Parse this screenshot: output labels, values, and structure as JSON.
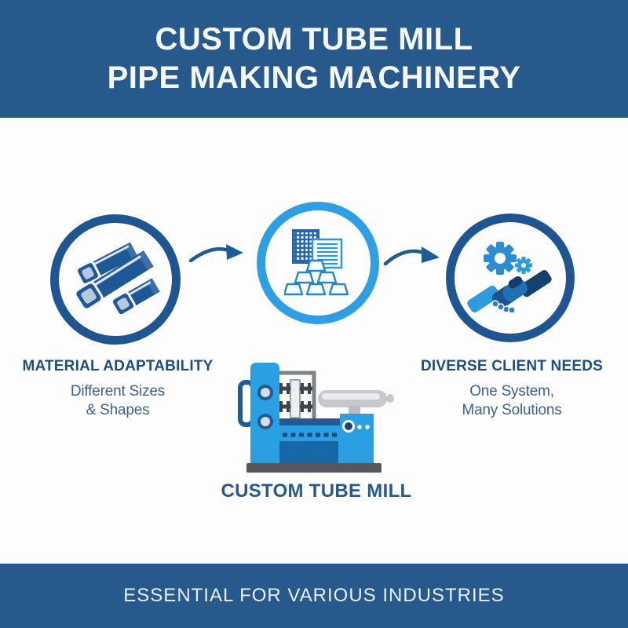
{
  "header": {
    "title_line1": "CUSTOM TUBE MILL",
    "title_line2": "PIPE MAKING MACHINERY"
  },
  "steps": [
    {
      "id": "material-adaptability",
      "icon": "steel-tubes-icon",
      "ring_color": "#1f5691",
      "title": "MATERIAL ADAPTABILITY",
      "subtitle_line1": "Different Sizes",
      "subtitle_line2": "& Shapes"
    },
    {
      "id": "production-system",
      "icon": "factory-ingots-document-icon",
      "ring_color": "#2e9fe4",
      "title": "",
      "subtitle_line1": "",
      "subtitle_line2": ""
    },
    {
      "id": "diverse-client-needs",
      "icon": "gears-handshake-icon",
      "ring_color": "#1f5691",
      "title": "DIVERSE CLIENT NEEDS",
      "subtitle_line1": "One System,",
      "subtitle_line2": "Many Solutions"
    }
  ],
  "machine": {
    "icon": "tube-mill-machine-illustration",
    "caption": "CUSTOM TUBE MILL"
  },
  "footer": {
    "text": "ESSENTIAL FOR VARIOUS INDUSTRIES"
  },
  "colors": {
    "header_blue": "#27598c",
    "ring_dark": "#1f5691",
    "ring_light": "#2e9fe4",
    "text_dark": "#1c4e80",
    "text_sub": "#3d6290",
    "arrow_blue": "#1d5c96",
    "machine_blue": "#2aa0e2",
    "machine_dark": "#1d5c96",
    "panel_blue": "#1668a6"
  }
}
